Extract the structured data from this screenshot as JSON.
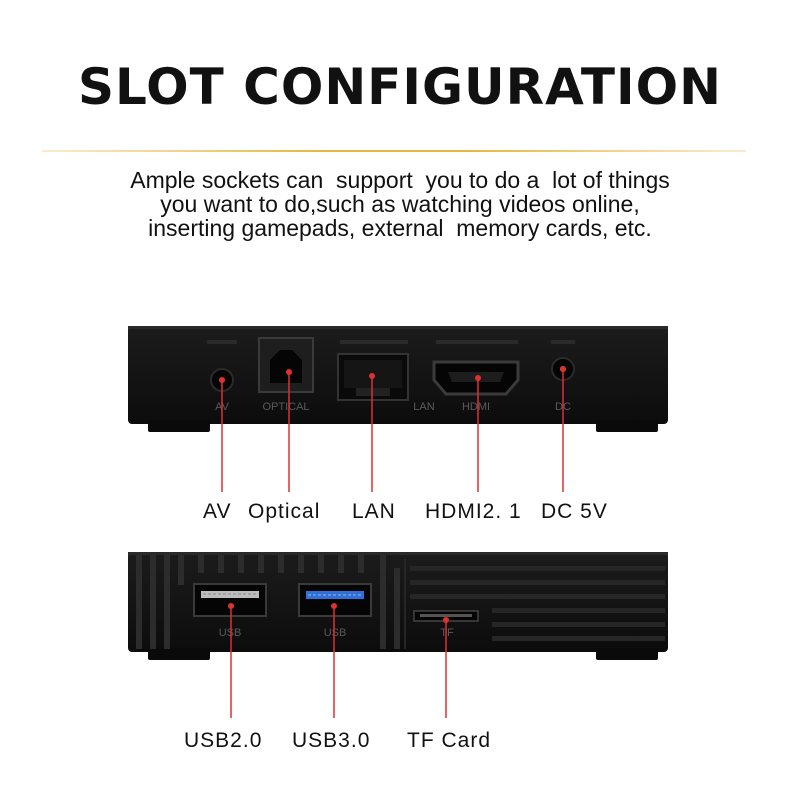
{
  "title": "SLOT CONFIGURATION",
  "description": {
    "lines": [
      "Ample sockets can  support  you to do a  lot of things",
      "you want to do,such as watching videos online,",
      "inserting gamepads, external  memory cards, etc."
    ]
  },
  "top_panel": {
    "port_marks": [
      "AV",
      "OPTICAL",
      "LAN",
      "HDMI",
      "DC"
    ],
    "callouts": [
      "AV",
      "Optical",
      "LAN",
      "HDMI2. 1",
      "DC  5V"
    ]
  },
  "bottom_panel": {
    "port_marks": [
      "USB",
      "USB",
      "TF"
    ],
    "callouts": [
      "USB2.0",
      "USB3.0",
      "TF Card"
    ]
  },
  "colors": {
    "accent_rule": "#e8b640",
    "pointer": "#e03030",
    "usb3_blue": "#2f6fd6",
    "device": "#121212"
  }
}
